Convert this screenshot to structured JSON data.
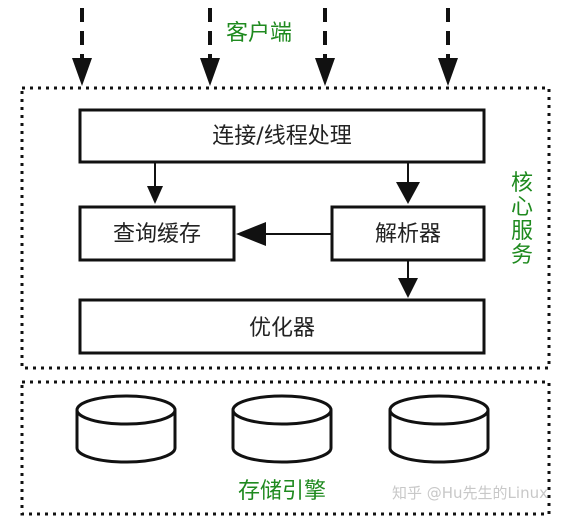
{
  "client_label": "客户端",
  "core_service_label": "核心服务",
  "connection_box": "连接/线程处理",
  "cache_box": "查询缓存",
  "parser_box": "解析器",
  "optimizer_box": "优化器",
  "storage_label": "存储引擎",
  "watermark": "知乎 @Hu先生的Linux",
  "colors": {
    "line": "#111111",
    "label_green": "#1f8a1f",
    "text": "#222222"
  }
}
